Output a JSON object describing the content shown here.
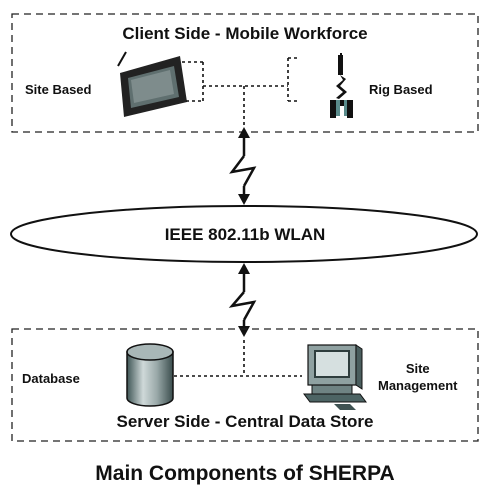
{
  "client": {
    "title": "Client Side - Mobile Workforce",
    "site_based_label": "Site Based",
    "rig_based_label": "Rig Based"
  },
  "network": {
    "label": "IEEE 802.11b WLAN"
  },
  "server": {
    "title": "Server Side - Central Data Store",
    "database_label": "Database",
    "site_management_label_line1": "Site",
    "site_management_label_line2": "Management"
  },
  "caption": "Main Components of SHERPA",
  "icons": [
    "tablet-icon",
    "handheld-device-icon",
    "wireless-link-icon",
    "database-cylinder-icon",
    "desktop-computer-icon"
  ]
}
